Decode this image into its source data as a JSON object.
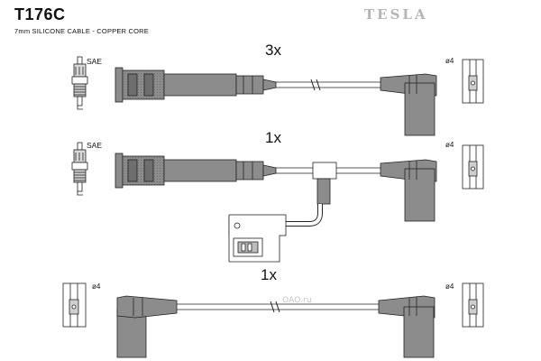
{
  "header": {
    "part_number": "T176C",
    "cable_spec": "7mm SILICONE CABLE - COPPER CORE",
    "brand": "TESLA"
  },
  "groups": [
    {
      "quantity": "3x",
      "plug_label": "SAE",
      "end_label": "ø4"
    },
    {
      "quantity": "1x",
      "plug_label": "SAE",
      "end_label": "ø4"
    },
    {
      "quantity": "1x",
      "left_label": "ø4",
      "right_label": "ø4"
    }
  ],
  "watermark": "ОАО.ru",
  "colors": {
    "boot": "#8c8c8c",
    "boot_dark": "#6e6e6e",
    "outline": "#222222",
    "brand": "#b5b5b5"
  }
}
